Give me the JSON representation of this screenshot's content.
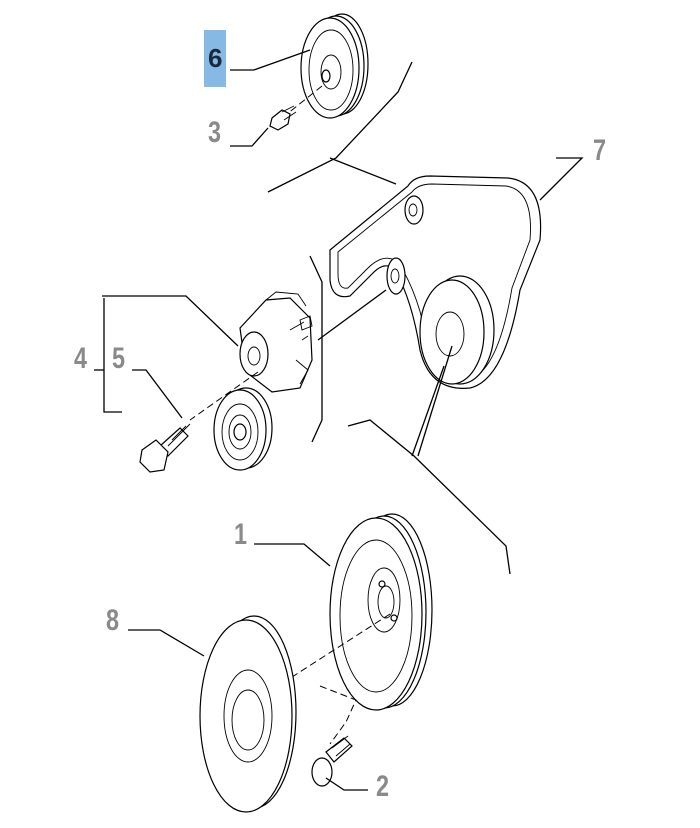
{
  "diagram": {
    "highlight_color": "#86b9e4",
    "callouts": [
      {
        "id": "1",
        "label": "1"
      },
      {
        "id": "2",
        "label": "2"
      },
      {
        "id": "3",
        "label": "3"
      },
      {
        "id": "4",
        "label": "4"
      },
      {
        "id": "5",
        "label": "5"
      },
      {
        "id": "6",
        "label": "6",
        "highlighted": true
      },
      {
        "id": "7",
        "label": "7"
      },
      {
        "id": "8",
        "label": "8"
      }
    ]
  }
}
